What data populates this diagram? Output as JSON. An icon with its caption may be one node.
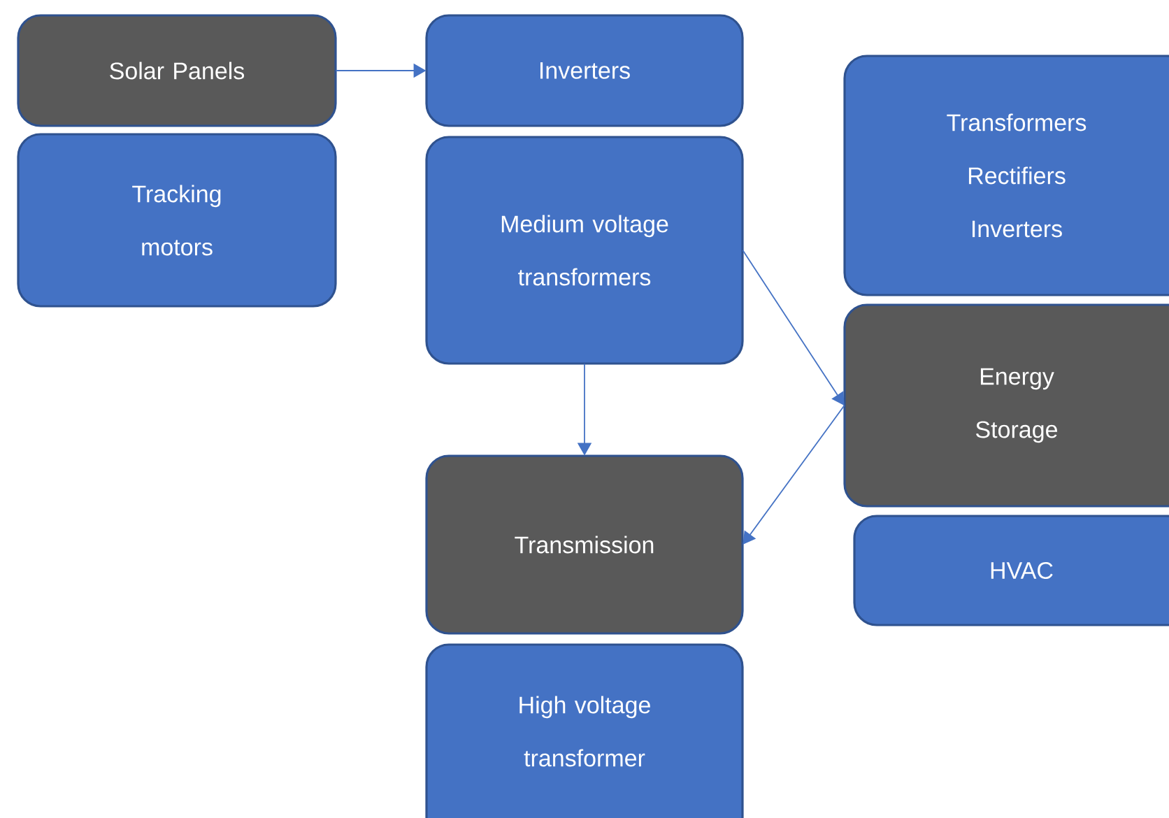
{
  "diagram": {
    "nodes": [
      {
        "text": [
          "Solar Panels"
        ]
      },
      {
        "text": [
          "Tracking motors"
        ]
      },
      {
        "text": [
          "Inverters"
        ]
      },
      {
        "text": [
          "Medium voltage transformers"
        ]
      },
      {
        "text": [
          "Transmission"
        ]
      },
      {
        "text": [
          "High voltage transformer"
        ]
      },
      {
        "text": [
          "Transformers Rectifiers Inverters"
        ]
      },
      {
        "text": [
          "Energy Storage"
        ]
      },
      {
        "text": [
          "HVAC"
        ]
      }
    ],
    "edges": [
      {
        "from": 0,
        "to": 2,
        "arrow": "to"
      },
      {
        "from": 3,
        "to": 4,
        "arrow": "to"
      },
      {
        "from": 3,
        "to": 7,
        "arrow": "to"
      },
      {
        "from": 7,
        "to": 4,
        "arrow": "to"
      }
    ]
  }
}
